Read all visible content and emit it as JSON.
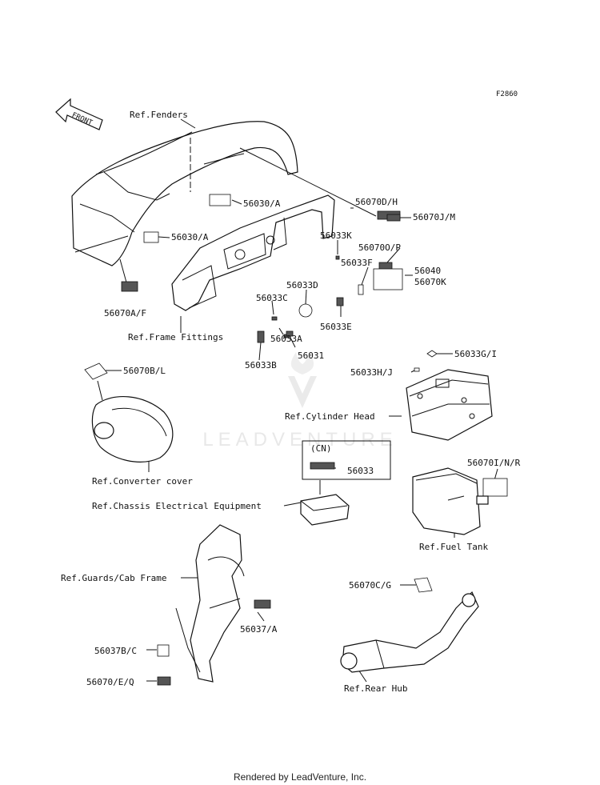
{
  "figure_code": "F2860",
  "front_label": "FRONT",
  "watermark": "LEADVENTURE",
  "footer": "Rendered by LeadVenture, Inc.",
  "refs": {
    "fenders": "Ref.Fenders",
    "frame_fittings": "Ref.Frame Fittings",
    "cylinder_head": "Ref.Cylinder Head",
    "converter_cover": "Ref.Converter cover",
    "chassis_electrical": "Ref.Chassis Electrical Equipment",
    "fuel_tank": "Ref.Fuel Tank",
    "guards_cab_frame": "Ref.Guards/Cab Frame",
    "rear_hub": "Ref.Rear Hub"
  },
  "cn_label": "(CN)",
  "parts": {
    "p56030a_top": "56030/A",
    "p56030a_left": "56030/A",
    "p56070af": "56070A/F",
    "p56070dh": "56070D/H",
    "p56070jm": "56070J/M",
    "p56033k": "56033K",
    "p56070op": "56070O/P",
    "p56033f": "56033F",
    "p56040": "56040",
    "p56070k": "56070K",
    "p56033d": "56033D",
    "p56033c": "56033C",
    "p56033a": "56033A",
    "p56033e": "56033E",
    "p56031": "56031",
    "p56033b": "56033B",
    "p56033gi": "56033G/I",
    "p56033hj": "56033H/J",
    "p56070bl": "56070B/L",
    "p56033": "56033",
    "p56070inr": "56070I/N/R",
    "p56070cg": "56070C/G",
    "p56037a": "56037/A",
    "p56037bc": "56037B/C",
    "p56070eq": "56070/E/Q"
  }
}
